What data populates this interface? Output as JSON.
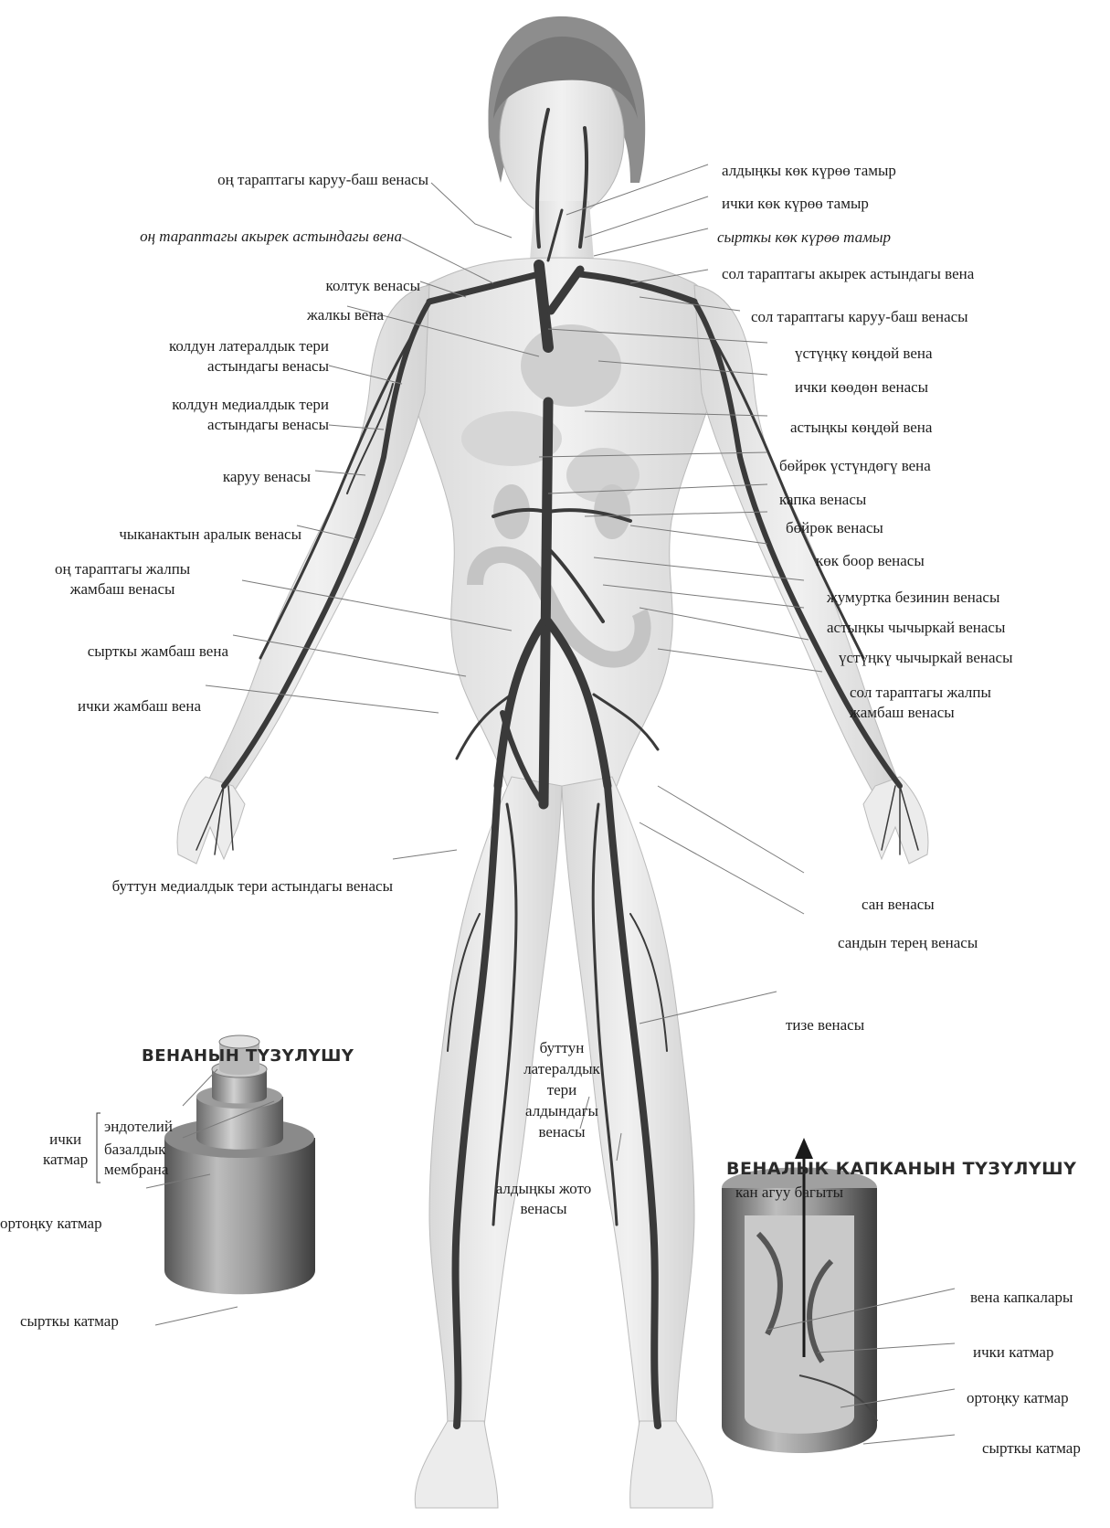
{
  "body_labels_left": [
    "оң тараптагы каруу-баш венасы",
    "оң тараптагы акырек астындагы вена",
    "колтук венасы",
    "жалкы вена",
    "колдун латералдык тери\nастындагы венасы",
    "колдун медиалдык тери\nастындагы венасы",
    "каруу венасы",
    "чыканактын аралык венасы",
    "оң тараптагы жалпы\nжамбаш венасы",
    "сырткы жамбаш вена",
    "ички жамбаш вена",
    "буттун медиалдык тери астындагы венасы"
  ],
  "body_labels_right": [
    "алдыңкы көк күрөө тамыр",
    "ички көк күрөө тамыр",
    "сырткы көк күрөө тамыр",
    "сол тараптагы акырек астындагы вена",
    "сол тараптагы каруу-баш венасы",
    "үстүңкү көңдөй вена",
    "ички көөдөн венасы",
    "астыңкы көңдөй вена",
    "бөйрөк үстүндөгү вена",
    "капка венасы",
    "бөйрөк венасы",
    "көк боор венасы",
    "жумуртка безинин венасы",
    "астыңкы чычыркай венасы",
    "үстүңкү чычыркай венасы",
    "сол тараптагы жалпы\nжамбаш венасы",
    "сан венасы",
    "сандын терең венасы",
    "тизе венасы"
  ],
  "body_labels_center": [
    "буттун\nлатералдык\nтери\nалдындагы\nвенасы",
    "алдыңкы жото\nвенасы"
  ],
  "vein_structure": {
    "title": "ВЕНАНЫН ТҮЗҮЛҮШҮ",
    "inner_layer": "ички\nкатмар",
    "endothelium": "эндотелий",
    "basal_membrane": "базалдык\nмембрана",
    "middle_layer": "ортоңку катмар",
    "outer_layer": "сырткы катмар"
  },
  "valve_structure": {
    "title": "ВЕНАЛЫК КАПКАНЫН ТҮЗҮЛҮШҮ",
    "flow_direction": "кан агуу багыты",
    "valves": "вена капкалары",
    "inner_layer": "ички катмар",
    "middle_layer": "ортоңку катмар",
    "outer_layer": "сырткы катмар"
  },
  "colors": {
    "vein": "#3a3a3a",
    "skin": "#e6e6e6",
    "leader": "#7a7a7a"
  }
}
